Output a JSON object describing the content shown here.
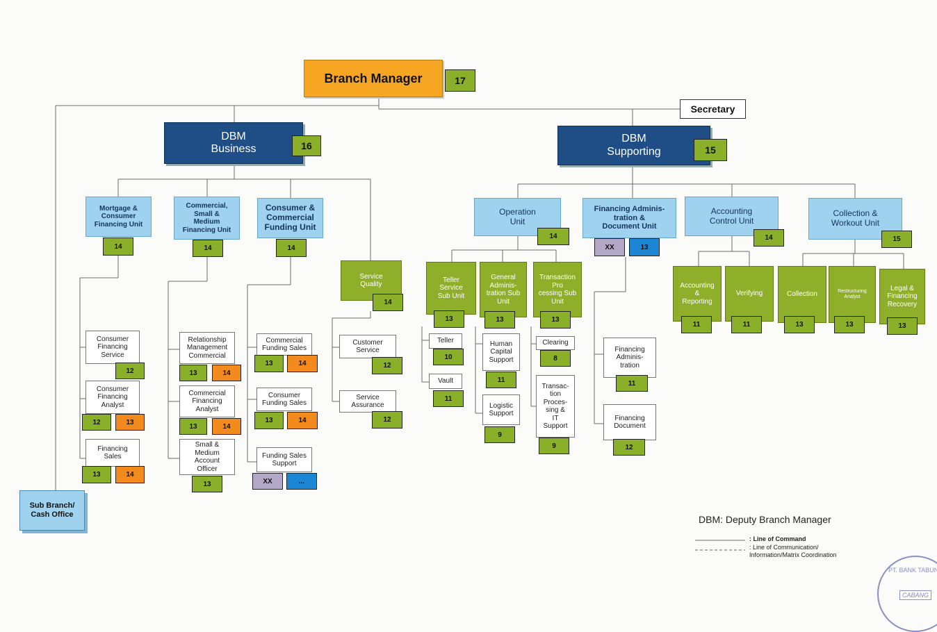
{
  "colors": {
    "orange": "#f6a623",
    "navy": "#1f4e86",
    "light_blue": "#9fd2ee",
    "olive": "#8fae2a",
    "badge_green": "#8ab02a",
    "badge_orange": "#f28a1e",
    "badge_purple": "#b3a7c8",
    "badge_blue": "#1c86d4"
  },
  "top": {
    "branch_manager": "Branch Manager",
    "branch_manager_grade": "17",
    "secretary": "Secretary"
  },
  "dbm_business": {
    "label": "DBM\nBusiness",
    "grade": "16"
  },
  "dbm_supporting": {
    "label": "DBM\nSupporting",
    "grade": "15"
  },
  "business_units": [
    {
      "label": "Mortgage &\nConsumer\nFinancing Unit",
      "grade": "14"
    },
    {
      "label": "Commercial,\nSmall &\nMedium\nFinancing Unit",
      "grade": "14"
    },
    {
      "label": "Consumer &\nCommercial\nFunding Unit",
      "grade": "14"
    }
  ],
  "service_quality": {
    "label": "Service\nQuality",
    "grade": "14"
  },
  "mortgage_roles": [
    {
      "label": "Consumer\nFinancing\nService",
      "grades": [
        "12"
      ]
    },
    {
      "label": "Consumer\nFinancing\nAnalyst",
      "grades": [
        "12",
        "13"
      ]
    },
    {
      "label": "Financing\nSales",
      "grades": [
        "13",
        "14"
      ]
    }
  ],
  "commercial_roles": [
    {
      "label": "Relationship\nManagement\nCommercial",
      "grades": [
        "13",
        "14"
      ]
    },
    {
      "label": "Commercial\nFinancing\nAnalyst",
      "grades": [
        "13",
        "14"
      ]
    },
    {
      "label": "Small &\nMedium\nAccount\nOfficer",
      "grades": [
        "13"
      ]
    }
  ],
  "funding_roles": [
    {
      "label": "Commercial\nFunding Sales",
      "grades": [
        "13",
        "14"
      ]
    },
    {
      "label": "Consumer\nFunding Sales",
      "grades": [
        "13",
        "14"
      ]
    },
    {
      "label": "Funding Sales\nSupport",
      "grades": [
        "XX",
        "..."
      ]
    }
  ],
  "service_roles": [
    {
      "label": "Customer\nService",
      "grade": "12"
    },
    {
      "label": "Service\nAssurance",
      "grade": "12"
    }
  ],
  "support_units": [
    {
      "label": "Operation\nUnit",
      "grade": "14"
    },
    {
      "label": "Financing Adminis-\ntration &\nDocument Unit",
      "grades": [
        "XX",
        "13"
      ]
    },
    {
      "label": "Accounting\nControl Unit",
      "grade": "14"
    },
    {
      "label": "Collection &\nWorkout Unit",
      "grade": "15"
    }
  ],
  "operation_subunits": [
    {
      "label": "Teller\nService\nSub Unit",
      "grade": "13"
    },
    {
      "label": "General\nAdminis-\ntration Sub\nUnit",
      "grade": "13"
    },
    {
      "label": "Transaction\nPro\ncessing Sub\nUnit",
      "grade": "13"
    }
  ],
  "teller_roles": [
    {
      "label": "Teller",
      "grade": "10"
    },
    {
      "label": "Vault",
      "grade": "11"
    }
  ],
  "genadmin_roles": [
    {
      "label": "Human\nCapital\nSupport",
      "grade": "11"
    },
    {
      "label": "Logistic\nSupport",
      "grade": "9"
    }
  ],
  "transaction_roles": [
    {
      "label": "Clearing",
      "grade": "8"
    },
    {
      "label": "Transac-\ntion\nProces-\nsing &\nIT\nSupport",
      "grade": "9"
    }
  ],
  "financing_admin_roles": [
    {
      "label": "Financing\nAdminis-\ntration",
      "grade": "11"
    },
    {
      "label": "Financing\nDocument",
      "grade": "12"
    }
  ],
  "accounting_roles": [
    {
      "label": "Accounting\n&\nReporting",
      "grade": "11"
    },
    {
      "label": "Verifying",
      "grade": "11"
    }
  ],
  "collection_roles": [
    {
      "label": "Collection",
      "grade": "13"
    },
    {
      "label": "Restructuring\nAnalyst",
      "grade": "13"
    },
    {
      "label": "Legal &\nFinancing\nRecovery",
      "grade": "13"
    }
  ],
  "sub_branch": "Sub Branch/\nCash Office",
  "legend": {
    "title": "DBM: Deputy Branch Manager",
    "command": ": Line of Command",
    "communication": ": Line of Communication/\nInformation/Matrix Coordination"
  },
  "stamp": {
    "outer": "PT. BANK TABUNG",
    "inner": "CABANG"
  }
}
